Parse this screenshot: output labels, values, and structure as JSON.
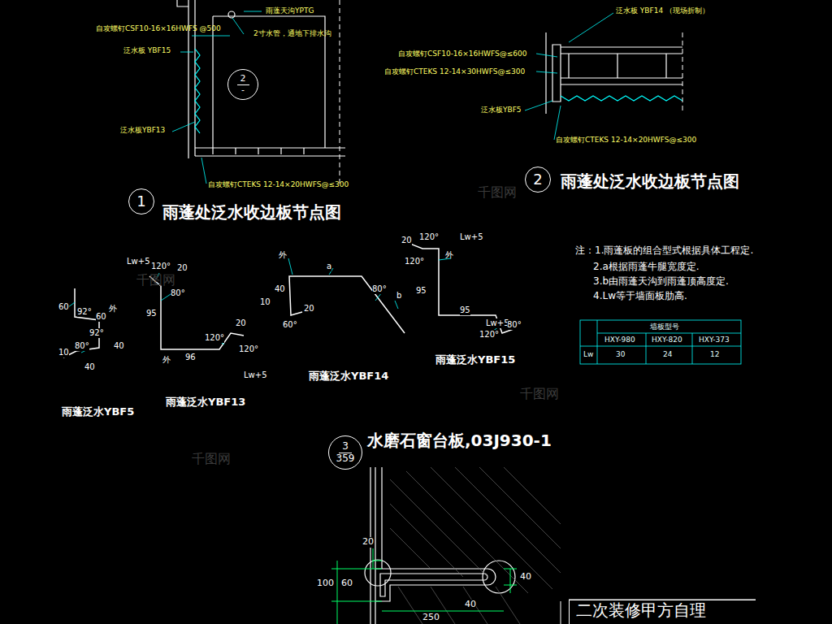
{
  "diagram": {
    "nodes": [
      {
        "text": [
          "2",
          "-"
        ]
      },
      {
        "text": [
          "1"
        ]
      },
      {
        "text": [
          "2"
        ]
      },
      {
        "text": [
          "3",
          "359"
        ]
      },
      {
        "text": [
          "二次装修甲方自理"
        ]
      }
    ],
    "labels": [
      "雨蓬天沟YPTG",
      "2寸水管，通地下排水沟",
      "自攻螺钉CSF10-16×16HWFS @500",
      "泛水板 YBF15",
      "泛水板YBF13",
      "自攻螺钉CTEKS 12-14×20HWFS@≤300",
      "雨蓬处泛水收边板节点图",
      "泛水板 YBF14 （现场折制）",
      "自攻螺钉CSF10-16×16HWFS@≤600",
      "自攻螺钉CTEKS 12-14×30HWFS@≤300",
      "泛水板YBF5",
      "自攻螺钉CTEKS 12-14×20HWFS@≤300",
      "雨蓬处泛水收边板节点图",
      "60",
      "92°",
      "60",
      "外",
      "92°",
      "40",
      "10",
      "80°",
      "40",
      "雨蓬泛水YBF5",
      "Lw+5",
      "120°",
      "20",
      "80°",
      "95",
      "外",
      "120°",
      "96",
      "20",
      "120°",
      "Lw+5",
      "雨蓬泛水YBF13",
      "外",
      "a",
      "40",
      "80°",
      "10",
      "20",
      "60°",
      "b",
      "雨蓬泛水YBF14",
      "120°",
      "Lw+5",
      "20",
      "120°",
      "外",
      "95",
      "95",
      "Lw+5",
      "120°",
      "80°",
      "雨蓬泛水YBF15",
      "注：1.雨蓬板的组合型式根据具体工程定.",
      "2.a根据雨蓬牛腿宽度定.",
      "3.b由雨蓬天沟到雨蓬顶高度定.",
      "4.Lw等于墙面板肋高.",
      "墙板型号",
      "HXY-980",
      "HXY-820",
      "HXY-373",
      "Lw",
      "30",
      "24",
      "12",
      "水磨石窗台板,03J930-1",
      "20",
      "100",
      "60",
      "40",
      "40",
      "250",
      "千图网",
      "千图网",
      "千图网",
      "千图网"
    ]
  }
}
